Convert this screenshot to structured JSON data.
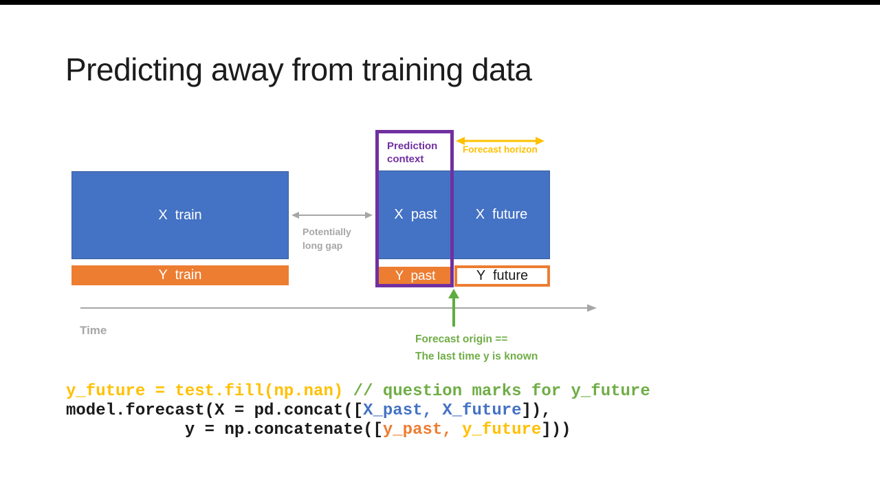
{
  "slide": {
    "title": "Predicting away from training data"
  },
  "diagram": {
    "x_train": "X  train",
    "y_train": "Y  train",
    "x_past": "X  past",
    "x_future": "X  future",
    "y_past": "Y  past",
    "y_future": "Y  future",
    "prediction_context": "Prediction\ncontext",
    "forecast_horizon": "Forecast horizon",
    "gap_note": "Potentially\nlong gap",
    "time_axis": "Time",
    "forecast_origin_note": "Forecast origin ==\nThe last time y is known"
  },
  "code": {
    "lines": [
      {
        "tokens": [
          {
            "t": "y_future = test.fill(np.nan)",
            "c": "gold"
          },
          {
            "t": " // question marks for y_future",
            "c": "green"
          }
        ]
      },
      {
        "tokens": [
          {
            "t": "model.forecast(X = pd.concat([",
            "c": "black"
          },
          {
            "t": "X_past,",
            "c": "blue"
          },
          {
            "t": " ",
            "c": "black"
          },
          {
            "t": "X_future",
            "c": "blue"
          },
          {
            "t": "]),",
            "c": "black"
          }
        ]
      },
      {
        "tokens": [
          {
            "t": "            y = np.concatenate([",
            "c": "black"
          },
          {
            "t": "y_past,",
            "c": "orange"
          },
          {
            "t": " ",
            "c": "black"
          },
          {
            "t": "y_future",
            "c": "gold"
          },
          {
            "t": "]))",
            "c": "black"
          }
        ]
      }
    ]
  },
  "colors": {
    "box_blue": "#4472C4",
    "box_orange": "#ED7D31",
    "gold": "#FFC000",
    "green_text": "#70AD47",
    "green_arrow": "#5FAD41",
    "purple": "#7030A0",
    "gray": "#A6A6A6",
    "code_black": "#1a1a1a"
  }
}
